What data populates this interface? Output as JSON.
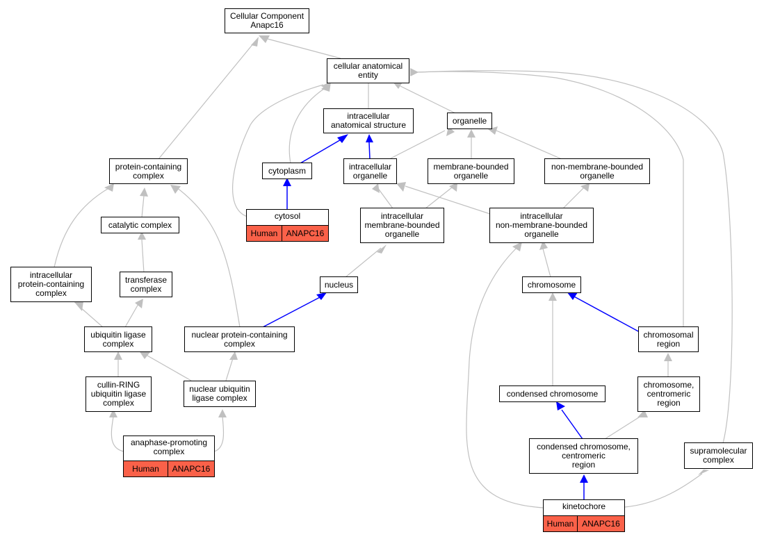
{
  "colors": {
    "edge_gray": "#c0c0c0",
    "edge_blue": "#0000ff",
    "annotation_fill": "#fa6149",
    "node_border": "#000000"
  },
  "nodes": {
    "root": "Cellular Component\nAnapc16",
    "cellular_anatomical_entity": "cellular anatomical\nentity",
    "intracellular_anatomical_structure": "intracellular\nanatomical structure",
    "organelle": "organelle",
    "cytoplasm": "cytoplasm",
    "intracellular_organelle": "intracellular\norganelle",
    "membrane_bounded_organelle": "membrane-bounded\norganelle",
    "non_membrane_bounded_organelle": "non-membrane-bounded\norganelle",
    "protein_containing_complex": "protein-containing\ncomplex",
    "cytosol": "cytosol",
    "intracellular_membrane_bounded_organelle": "intracellular\nmembrane-bounded\norganelle",
    "intracellular_non_membrane_bounded_organelle": "intracellular\nnon-membrane-bounded\norganelle",
    "catalytic_complex": "catalytic complex",
    "intracellular_protein_containing_complex": "intracellular\nprotein-containing\ncomplex",
    "transferase_complex": "transferase\ncomplex",
    "nucleus": "nucleus",
    "chromosome": "chromosome",
    "ubiquitin_ligase_complex": "ubiquitin ligase\ncomplex",
    "nuclear_protein_containing_complex": "nuclear protein-containing\ncomplex",
    "chromosomal_region": "chromosomal\nregion",
    "cullin_ring_ubiquitin_ligase_complex": "cullin-RING\nubiquitin ligase\ncomplex",
    "nuclear_ubiquitin_ligase_complex": "nuclear ubiquitin\nligase complex",
    "condensed_chromosome": "condensed chromosome",
    "chromosome_centromeric_region": "chromosome,\ncentromeric\nregion",
    "anaphase_promoting_complex": "anaphase-promoting\ncomplex",
    "condensed_chromosome_centromeric_region": "condensed chromosome,\ncentromeric\nregion",
    "supramolecular_complex": "supramolecular\ncomplex",
    "kinetochore": "kinetochore"
  },
  "annotations": {
    "cytosol": {
      "species": "Human",
      "gene": "ANAPC16"
    },
    "anaphase_promoting_complex": {
      "species": "Human",
      "gene": "ANAPC16"
    },
    "kinetochore": {
      "species": "Human",
      "gene": "ANAPC16"
    }
  }
}
